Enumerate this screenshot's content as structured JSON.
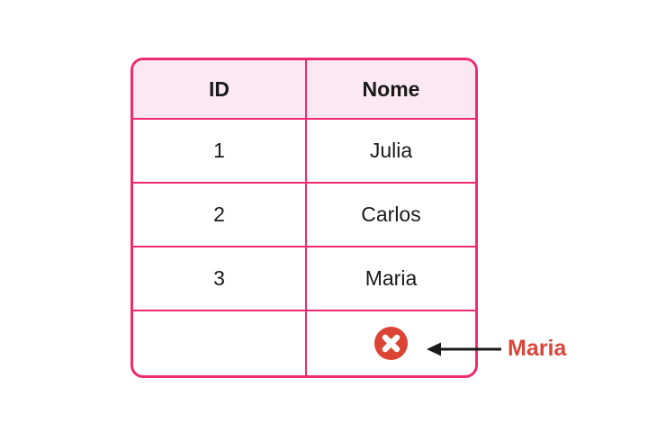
{
  "table": {
    "columns": [
      "ID",
      "Nome"
    ],
    "rows": [
      {
        "id": "1",
        "nome": "Julia"
      },
      {
        "id": "2",
        "nome": "Carlos"
      },
      {
        "id": "3",
        "nome": "Maria"
      },
      {
        "id": "",
        "nome": ""
      }
    ]
  },
  "annotation": {
    "label": "Maria",
    "icon": "circle-x-icon"
  },
  "colors": {
    "table_border": "#f02a6e",
    "header_background": "#fce8f0",
    "cell_text": "#191919",
    "icon_fill": "#db4433",
    "icon_cross": "#ffffff",
    "annotation_text": "#d9453a",
    "arrow": "#1a1a1a"
  }
}
